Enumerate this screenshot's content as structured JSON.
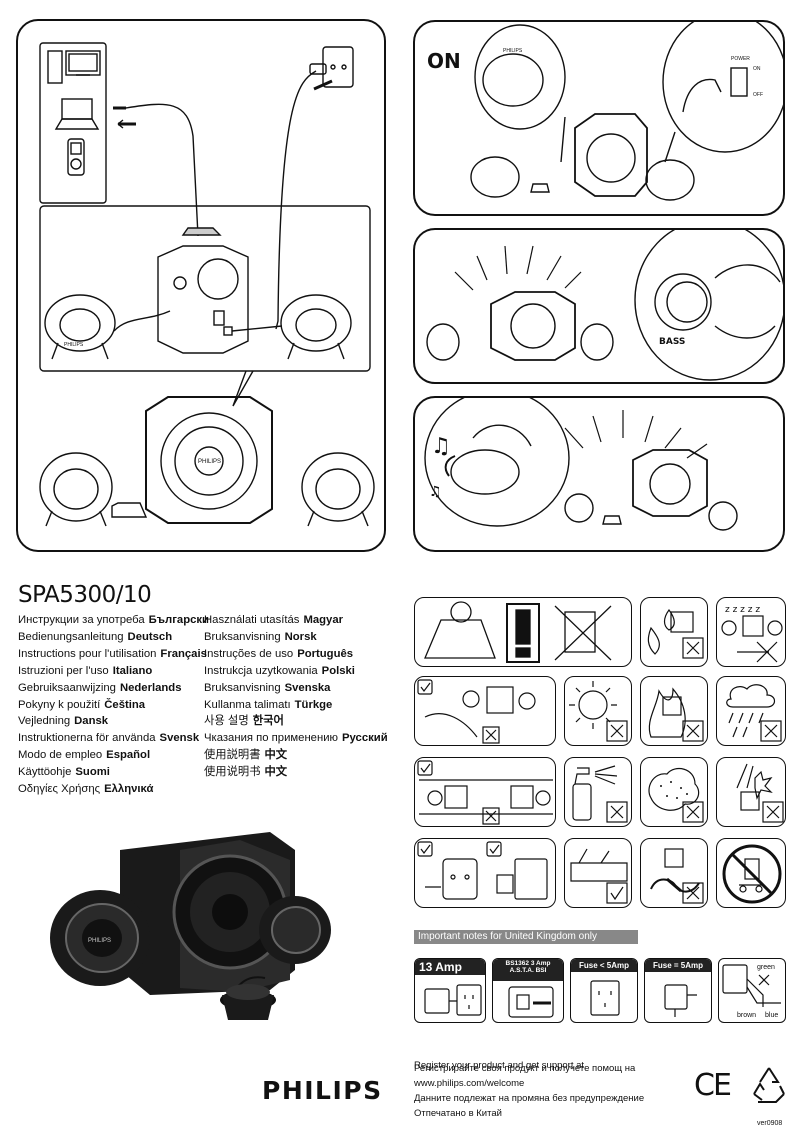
{
  "product": {
    "model": "SPA5300/10",
    "brand_badge": "PHILIPS"
  },
  "setup_panels": {
    "on_label": "ON",
    "power_label": "POWER",
    "power_on": "ON",
    "power_off": "OFF",
    "bass_label": "BASS"
  },
  "languages": {
    "col1": [
      {
        "text": "Инструкции за употреба",
        "lang": "Български"
      },
      {
        "text": "Bedienungsanleitung",
        "lang": "Deutsch"
      },
      {
        "text": "Instructions pour l'utilisation",
        "lang": "Français"
      },
      {
        "text": "Istruzioni per l'uso",
        "lang": "Italiano"
      },
      {
        "text": "Gebruiksaanwijzing",
        "lang": "Nederlands"
      },
      {
        "text": "Pokyny k použití",
        "lang": "Čeština"
      },
      {
        "text": "Vejledning",
        "lang": "Dansk"
      },
      {
        "text": "Instruktionerna för använda",
        "lang": "Svensk"
      },
      {
        "text": "Modo de empleo",
        "lang": "Español"
      },
      {
        "text": "Käyttöohje",
        "lang": "Suomi"
      },
      {
        "text": "Οδηγίες Χρήσης",
        "lang": "Ελληνικά"
      }
    ],
    "col2": [
      {
        "text": "Használati utasítás",
        "lang": "Magyar"
      },
      {
        "text": "Bruksanvisning",
        "lang": "Norsk"
      },
      {
        "text": "Instruções de uso",
        "lang": "Português"
      },
      {
        "text": "Instrukcja uzytkowania",
        "lang": "Polski"
      },
      {
        "text": "Bruksanvisning",
        "lang": "Svenska"
      },
      {
        "text": "Kullanma talimatı",
        "lang": "Türkge"
      },
      {
        "text": "사용 설명",
        "lang": "한국어"
      },
      {
        "text": "Чказания по применению",
        "lang": "Русский"
      },
      {
        "text": "使用説明書",
        "lang": "中文"
      },
      {
        "text": "使用说明书",
        "lang": "中文"
      }
    ]
  },
  "uk_notes": {
    "heading": "Important notes for United Kingdom only",
    "tiles": [
      {
        "label": "13 Amp"
      },
      {
        "label": "BS1362 3 Amp A.S.T.A. BSI"
      },
      {
        "label": "Fuse < 5Amp"
      },
      {
        "label": "Fuse = 5Amp"
      }
    ],
    "wire_green": "green",
    "wire_brown": "brown",
    "wire_blue": "blue"
  },
  "footer": {
    "lines": [
      "Register your product and get support at",
      "www.philips.com/welcome",
      "Данните подлежат на промяна без предупреждение",
      "Отпечатано в Китай"
    ],
    "overlay": "Регистрирайте своя продукт и получете помощ на",
    "logo": "PHILIPS",
    "ce_mark": "CE",
    "version": "ver0908"
  },
  "colors": {
    "ink": "#111111",
    "uk_bar": "#888888",
    "fill_dark": "#222222"
  }
}
